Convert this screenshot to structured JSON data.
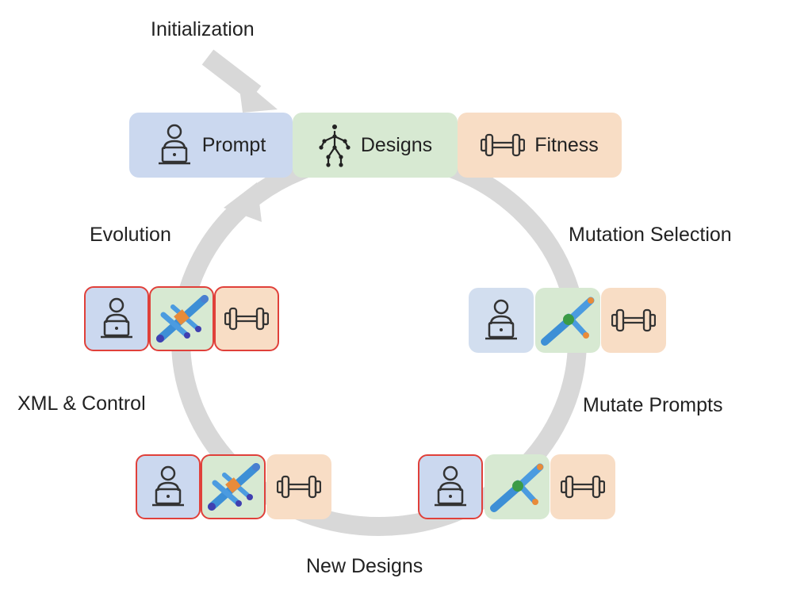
{
  "labels": {
    "initialization": "Initialization",
    "evolution": "Evolution",
    "mutation_selection": "Mutation Selection",
    "xml_control": "XML & Control",
    "mutate_prompts": "Mutate Prompts",
    "new_designs": "New Designs"
  },
  "header_row": {
    "prompt": "Prompt",
    "designs": "Designs",
    "fitness": "Fitness"
  },
  "colors": {
    "prompt_fill": "#cbd8ef",
    "designs_fill": "#d7e9d2",
    "fitness_fill": "#f8ddc5",
    "selected_border": "#e0403a",
    "cycle_arrow": "#d8d8d8"
  },
  "icons": {
    "prompt": "person-at-laptop-icon",
    "designs": "stick-figure-icon",
    "fitness": "dumbbell-icon",
    "robot_complex": "multi-limb-robot-icon",
    "robot_simple": "two-limb-robot-icon"
  }
}
